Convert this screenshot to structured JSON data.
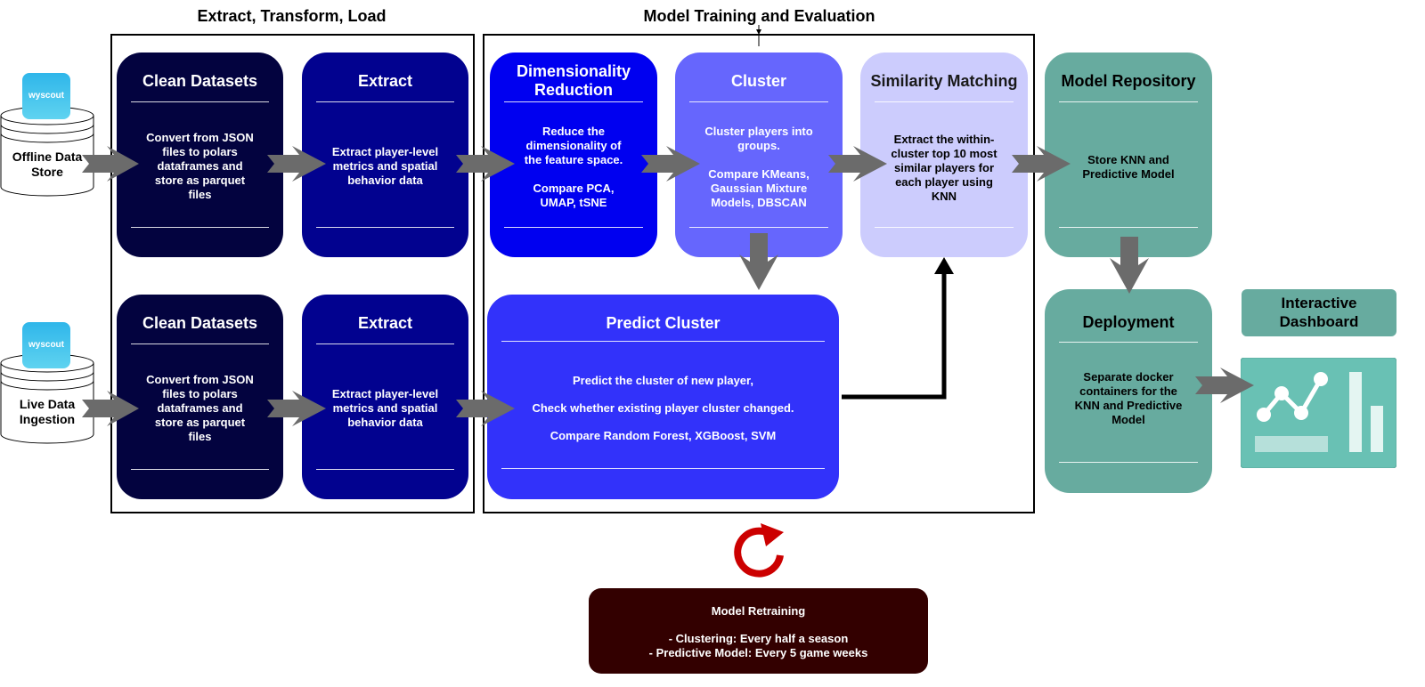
{
  "sections": {
    "etl": "Extract, Transform, Load",
    "training": "Model Training and Evaluation"
  },
  "sources": {
    "offline": {
      "label": "Offline Data\nStore",
      "logo": "wyscout"
    },
    "live": {
      "label": "Live Data\nIngestion",
      "logo": "wyscout"
    }
  },
  "etl": {
    "row1": {
      "clean": {
        "title": "Clean Datasets",
        "body": "Convert from JSON\nfiles to polars\ndataframes and\nstore as parquet\nfiles"
      },
      "extract": {
        "title": "Extract",
        "body": "Extract player-level\nmetrics and spatial\nbehavior data"
      }
    },
    "row2": {
      "clean": {
        "title": "Clean Datasets",
        "body": "Convert from JSON\nfiles to polars\ndataframes and\nstore as parquet\nfiles"
      },
      "extract": {
        "title": "Extract",
        "body": "Extract player-level\nmetrics and spatial\nbehavior data"
      }
    }
  },
  "training": {
    "dim_reduction": {
      "title": "Dimensionality\nReduction",
      "body": "Reduce the\ndimensionality of\nthe feature space.\n\nCompare PCA,\nUMAP, tSNE"
    },
    "cluster": {
      "title": "Cluster",
      "body": "Cluster players into\ngroups.\n\nCompare KMeans,\nGaussian Mixture\nModels, DBSCAN"
    },
    "similarity": {
      "title": "Similarity Matching",
      "body": "Extract the within-\ncluster top 10 most\nsimilar players for\neach player using\nKNN"
    },
    "predict": {
      "title": "Predict Cluster",
      "line1": "Predict the cluster of new player,",
      "line2": "Check whether existing player cluster changed.",
      "line3": "Compare Random Forest, XGBoost, SVM"
    }
  },
  "deploy": {
    "repository": {
      "title": "Model Repository",
      "body": "Store KNN and\nPredictive Model"
    },
    "deployment": {
      "title": "Deployment",
      "body": "Separate docker\ncontainers for the\nKNN and Predictive\nModel"
    },
    "dashboard": {
      "title": "Interactive\nDashboard"
    }
  },
  "retraining": {
    "title": "Model Retraining",
    "line1": "- Clustering: Every half a season",
    "line2": "- Predictive Model: Every 5 game weeks"
  },
  "colors": {
    "clean": "#03033f",
    "extract": "#02028f",
    "dim_reduction": "#0000f0",
    "cluster": "#6666fd",
    "similarity": "#ccccfd",
    "predict": "#3232fa",
    "teal": "#67ab9f",
    "teal_light": "#69c1b4",
    "retraining": "#330000",
    "refresh": "#cc0000",
    "arrow": "#6b6b6b"
  },
  "icons": {
    "arrow": "arrow-right-icon",
    "refresh": "refresh-icon",
    "dashboard": "dashboard-chart-icon",
    "database": "database-icon"
  }
}
